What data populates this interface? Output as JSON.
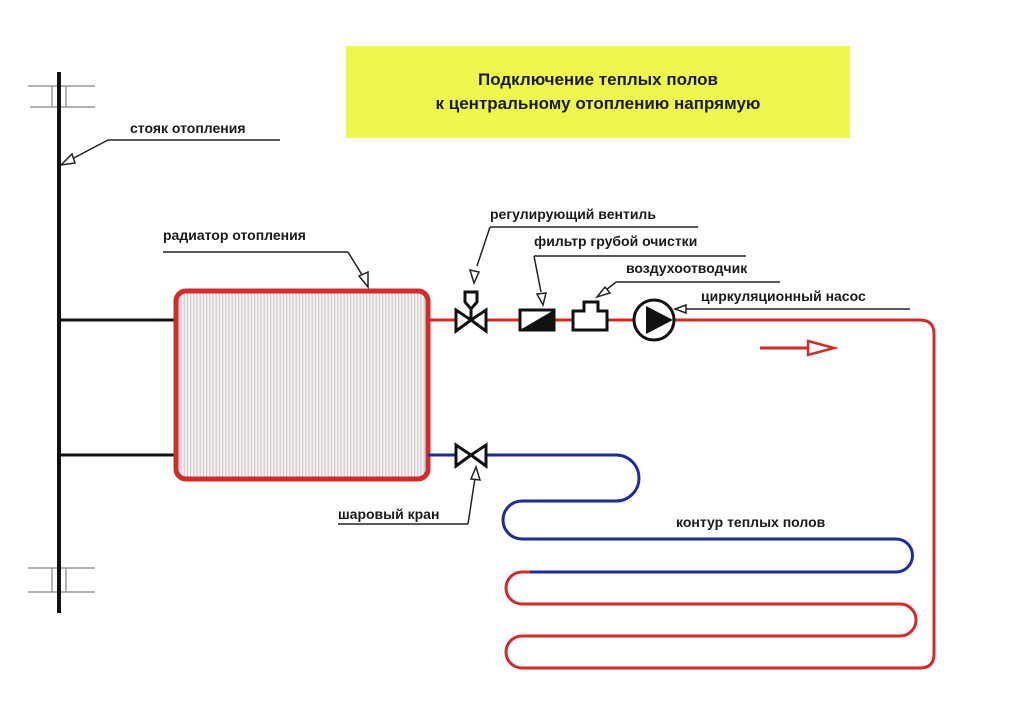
{
  "title": {
    "line1": "Подключение теплых полов",
    "line2": "к центральному отоплению напрямую"
  },
  "labels": {
    "riser": "стояк отопления",
    "radiator": "радиатор отопления",
    "control_valve": "регулирующий вентиль",
    "coarse_filter": "фильтр грубой очистки",
    "air_vent": "воздухоотводчик",
    "circulation_pump": "циркуляционный насос",
    "ball_valve": "шаровый кран",
    "floor_loop": "контур теплых полов"
  },
  "colors": {
    "title_background": "#edf74c",
    "hot_pipe": "#d42a2a",
    "cold_pipe": "#1f2a9e",
    "riser": "#111111",
    "radiator_fin": "#c9c3c3"
  }
}
